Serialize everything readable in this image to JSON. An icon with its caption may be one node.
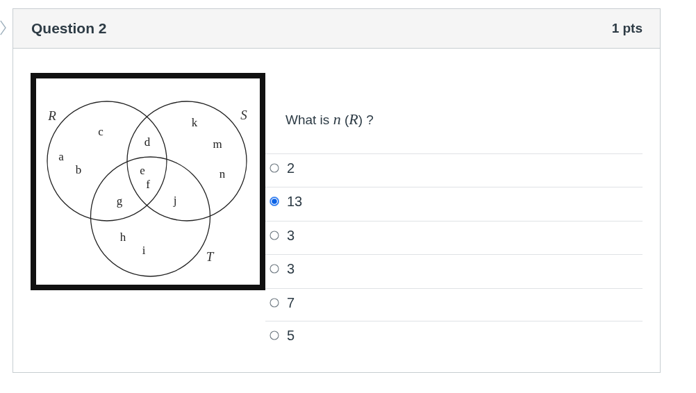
{
  "diagram": {
    "title": "Question 2",
    "nodes": [
      {
        "text": [
          "R"
        ]
      },
      {
        "text": [
          "S"
        ]
      },
      {
        "text": [
          "T"
        ]
      }
    ],
    "labels": [
      "1 pts",
      "c",
      "k",
      "d",
      "m",
      "a",
      "b",
      "e",
      "n",
      "f",
      "g",
      "j",
      "h",
      "i",
      "What is *n* (*R*) ?",
      "2",
      "13",
      "3",
      "3",
      "7",
      "5"
    ]
  }
}
